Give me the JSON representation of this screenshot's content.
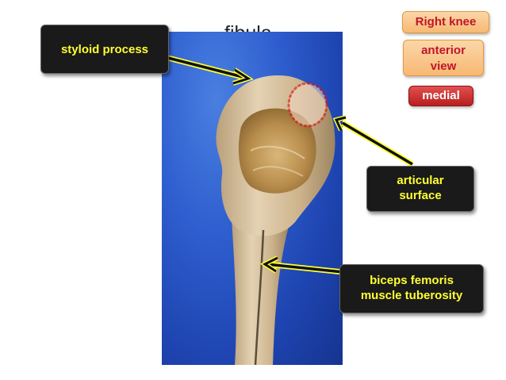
{
  "title": "fibula",
  "tags": {
    "right_knee": "Right knee",
    "view_line1": "anterior",
    "view_line2": "view",
    "medial": "medial"
  },
  "labels": {
    "styloid": "styloid process",
    "articular_line1": "articular",
    "articular_line2": "surface",
    "biceps_line1": "biceps femoris",
    "biceps_line2": "muscle tuberosity"
  },
  "colors": {
    "label_bg": "#1a1a1a",
    "label_text": "#ffff33",
    "arrow": "#111111",
    "tag_text_red": "#c0152a",
    "outline_dots": "#e01515"
  }
}
